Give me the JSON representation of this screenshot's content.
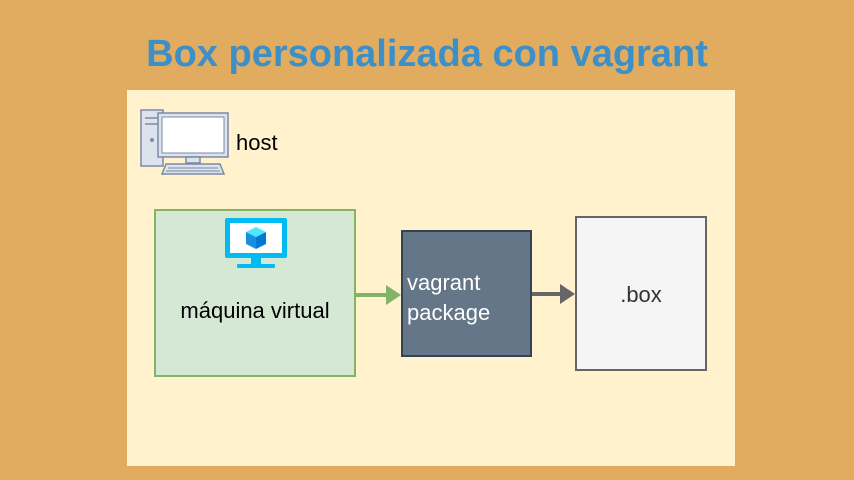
{
  "title": "Box personalizada con vagrant",
  "host": {
    "label": "host",
    "icon": "desktop-computer-icon"
  },
  "vm": {
    "label": "máquina virtual",
    "icon": "virtual-machine-icon"
  },
  "package": {
    "line1": "vagrant",
    "line2": "package"
  },
  "box": {
    "label": ".box"
  },
  "colors": {
    "background": "#E1AC5F",
    "title": "#3D8FC8",
    "host_fill": "#FFF2CC",
    "vm_fill": "#D5E8D4",
    "vm_stroke": "#82B366",
    "package_fill": "#647687",
    "package_stroke": "#314354",
    "box_fill": "#F5F5F5",
    "box_stroke": "#666666",
    "vm_arrow": "#82B366",
    "package_arrow": "#666666",
    "vm_icon": "#00BCF2"
  }
}
